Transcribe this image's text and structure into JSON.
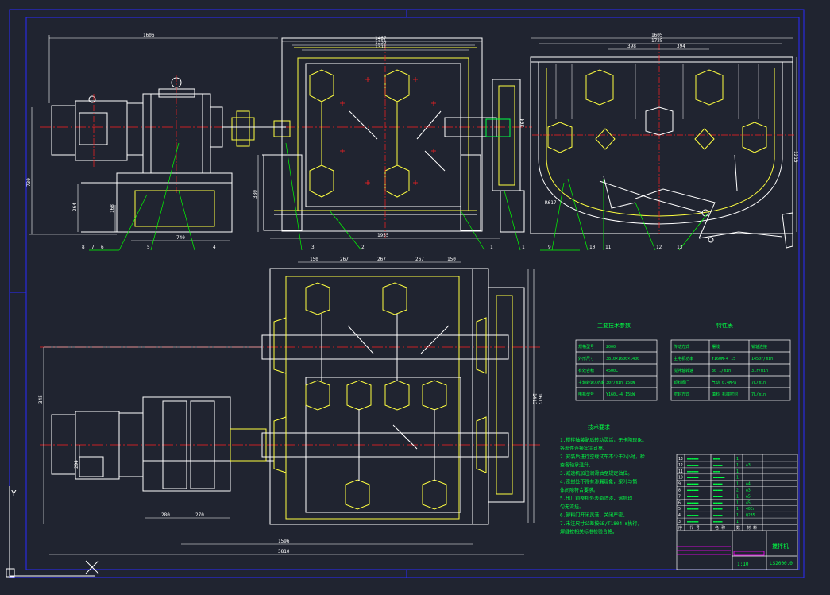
{
  "colors": {
    "background": "#202430",
    "frame": "#2a2aff",
    "outline": "#ffffff",
    "centerline": "#ff2020",
    "hidden": "#ffff40",
    "note": "#00ff44",
    "leader": "#00ff00",
    "magenta": "#ff00ff",
    "cyan": "#00e5ff",
    "dimension": "#ffffff"
  },
  "top_dims": {
    "d1606": "1606",
    "d1467": "1467",
    "d1330": "1330",
    "d1311": "1311",
    "d1605": "1605",
    "d1725": "1725",
    "d398": "398",
    "d394": "394",
    "d730": "730",
    "d264": "264",
    "d168": "168",
    "d380": "380",
    "d740": "740",
    "d1955": "1955",
    "d1210": "1210",
    "d264b": "264",
    "r617": "R617"
  },
  "balloons_left": [
    "8",
    "7",
    "6",
    "5",
    "4"
  ],
  "balloons_mid": [
    "3",
    "2",
    "1"
  ],
  "balloons_right": [
    "1",
    "9",
    "10",
    "11",
    "12",
    "13"
  ],
  "bottom_dims": {
    "d150a": "150",
    "d267a": "267",
    "d267b": "267",
    "d267c": "267",
    "d150b": "150",
    "d345": "345",
    "d294": "294",
    "d280": "280",
    "d270": "270",
    "d1596": "1596",
    "d3810": "3810",
    "d1413": "1413",
    "d1612": "1612"
  },
  "table_left": {
    "title": "主要技术参数",
    "rows": [
      [
        "规格型号",
        "2000"
      ],
      [
        "外形尺寸",
        "3810×1600×1400"
      ],
      [
        "有效容积",
        "4500L"
      ],
      [
        "主轴转速/功率",
        "30r/min 15kW"
      ],
      [
        "电机型号",
        "Y160L-4 15kW"
      ]
    ]
  },
  "table_right": {
    "title": "特性表",
    "rows": [
      [
        "传动方式",
        "摆线",
        "销轴连接"
      ],
      [
        "主电机功率",
        "Y160M-4 15",
        "1450r/min"
      ],
      [
        "搅拌轴转速",
        "30 1/min",
        "31r/min"
      ],
      [
        "卸料阀门",
        "气动 0.4MPa",
        "7L/min"
      ],
      [
        "密封方式",
        "填料 机械密封",
        "7L/min"
      ]
    ]
  },
  "tech_notes": {
    "title": "技术要求",
    "lines": [
      "1.搅拌轴装配后转动灵活，无卡阻现象。",
      "  各部件连接牢固可靠。",
      "2.安装后进行空载试车不少于2小时，检",
      "  查各轴承温升。",
      "3.减速机加注润滑油至规定油位。",
      "4.密封处不得有渗漏现象，桨叶与筒",
      "  体间隙符合要求。",
      "5.出厂前整机外表面喷漆，涂层均",
      "  匀无流挂。",
      "6.卸料门开闭灵活，关闭严密。",
      "7.未注尺寸公差按GB/T1804-m执行，",
      "  焊缝按相关标准检验合格。"
    ]
  },
  "title_block": {
    "drawing_name": "搅拌机",
    "drawing_no": "LS2000.0",
    "scale": "1:10",
    "parts": [
      [
        "13",
        "▬▬▬▬▬",
        "▬▬▬",
        "1",
        ""
      ],
      [
        "12",
        "▬▬▬▬▬",
        "▬▬▬▬",
        "1",
        "A3"
      ],
      [
        "11",
        "▬▬▬▬▬",
        "▬▬▬",
        "1",
        ""
      ],
      [
        "10",
        "▬▬▬▬▬",
        "▬▬▬▬▬",
        "1",
        ""
      ],
      [
        "9",
        "▬▬▬▬▬",
        "▬▬▬▬",
        "1",
        "A4"
      ],
      [
        "8",
        "▬▬▬▬▬",
        "▬▬▬▬",
        "2",
        "A3"
      ],
      [
        "7",
        "▬▬▬▬▬",
        "▬▬▬▬",
        "1",
        "A5"
      ],
      [
        "6",
        "▬▬▬▬▬",
        "▬▬▬▬",
        "1",
        "45"
      ],
      [
        "5",
        "▬▬▬▬▬",
        "▬▬▬▬",
        "1",
        "40Cr"
      ],
      [
        "4",
        "▬▬▬▬▬",
        "▬▬▬▬",
        "1",
        "Q235"
      ],
      [
        "3",
        "▬▬▬▬▬",
        "▬▬▬▬",
        "1",
        ""
      ]
    ],
    "header": [
      "序",
      "代 号",
      "名 称",
      "数",
      "材 料"
    ]
  }
}
